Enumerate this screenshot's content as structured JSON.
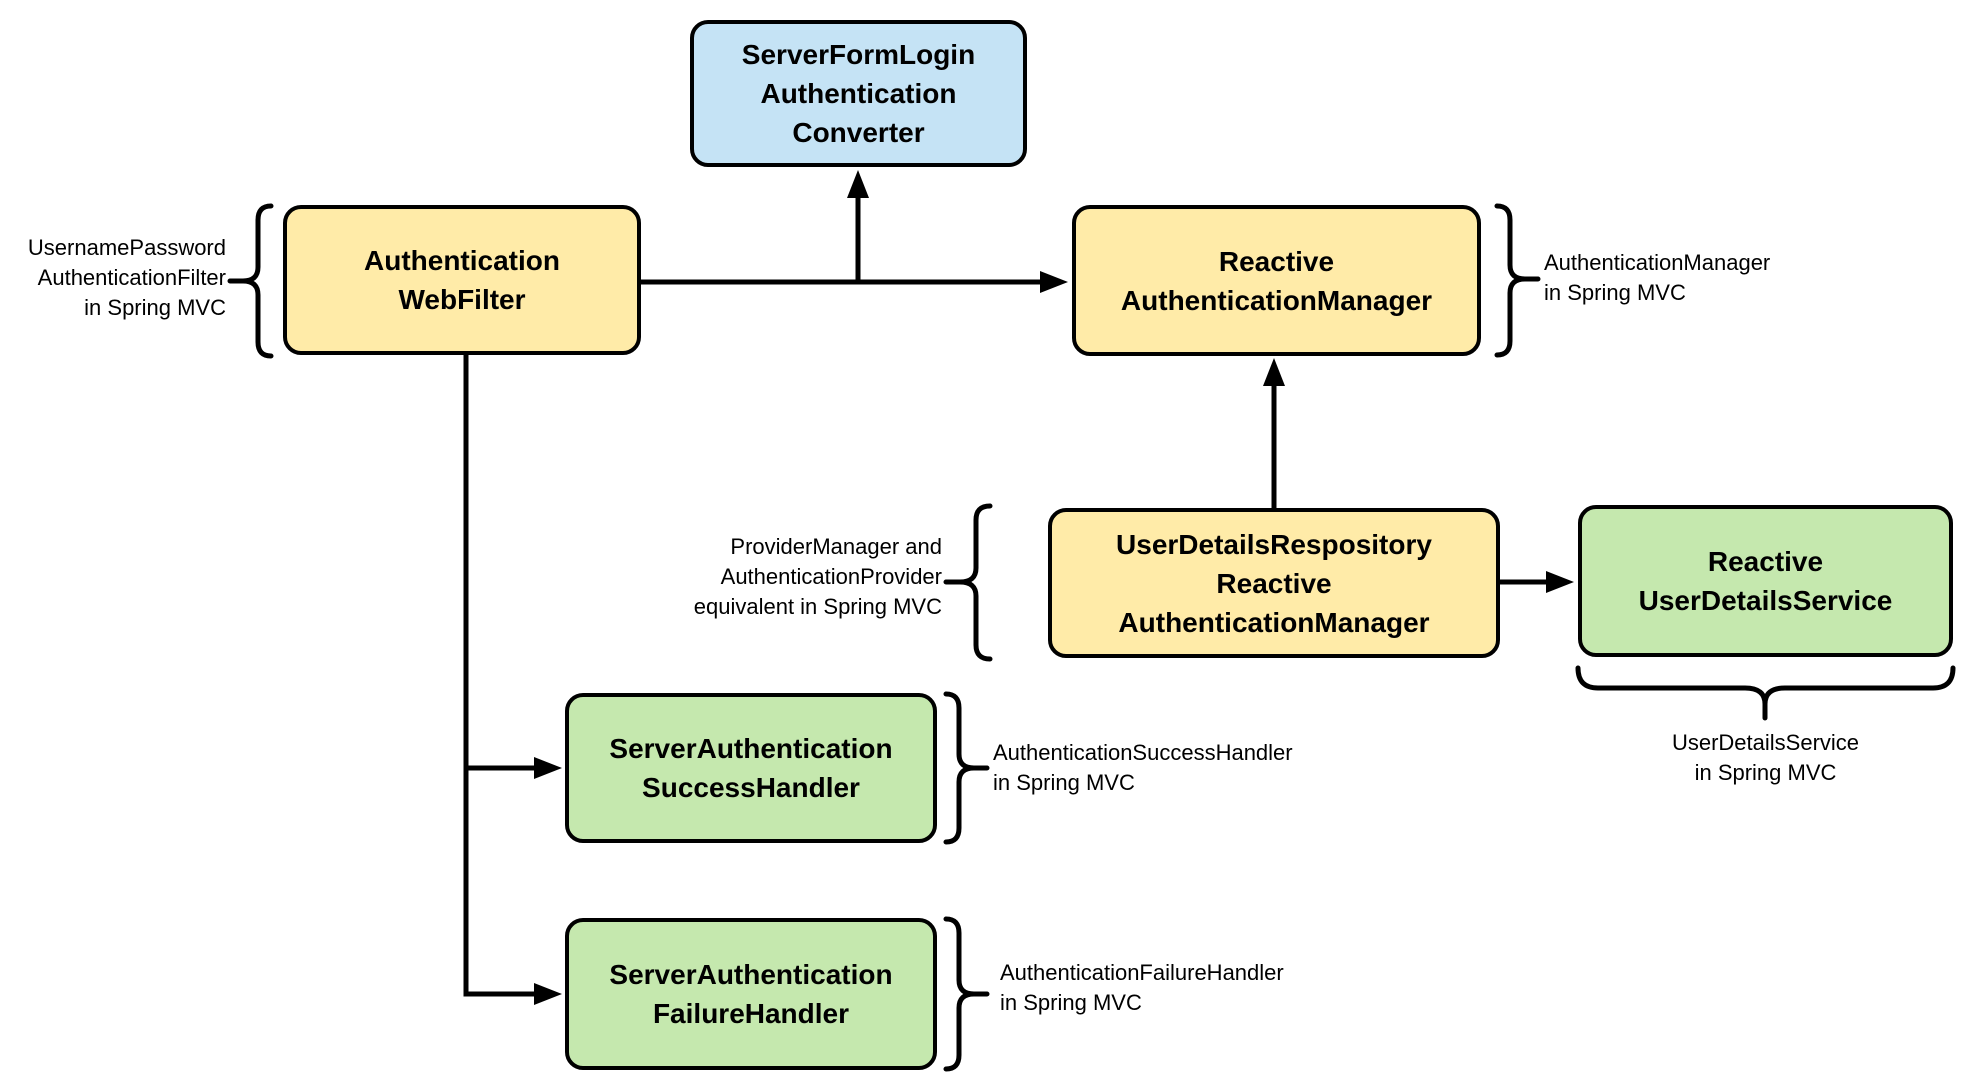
{
  "colors": {
    "converter_fill": "#c5e3f5",
    "manager_fill": "#ffeba8",
    "handler_fill": "#c5e8ae",
    "stroke": "#000000"
  },
  "nodes": {
    "converter": {
      "label": "ServerFormLogin\nAuthentication\nConverter",
      "fill": "#c5e3f5"
    },
    "web_filter": {
      "label": "Authentication\nWebFilter",
      "fill": "#ffeba8"
    },
    "reactive_authentication_manager": {
      "label": "Reactive\nAuthenticationManager",
      "fill": "#ffeba8"
    },
    "user_details_repository_ram": {
      "label": "UserDetailsRespository\nReactive\nAuthenticationManager",
      "fill": "#ffeba8"
    },
    "reactive_user_details_service": {
      "label": "Reactive\nUserDetailsService",
      "fill": "#c5e8ae"
    },
    "success_handler": {
      "label": "ServerAuthentication\nSuccessHandler",
      "fill": "#c5e8ae"
    },
    "failure_handler": {
      "label": "ServerAuthentication\nFailureHandler",
      "fill": "#c5e8ae"
    }
  },
  "annotations": {
    "web_filter": "UsernamePassword\nAuthenticationFilter\nin Spring MVC",
    "reactive_authentication_manager": "AuthenticationManager\nin Spring MVC",
    "user_details_repository_ram": "ProviderManager and\nAuthenticationProvider\nequivalent in Spring MVC",
    "success_handler": "AuthenticationSuccessHandler\nin Spring MVC",
    "failure_handler": "AuthenticationFailureHandler\nin Spring MVC",
    "reactive_user_details_service": "UserDetailsService\nin Spring MVC"
  }
}
